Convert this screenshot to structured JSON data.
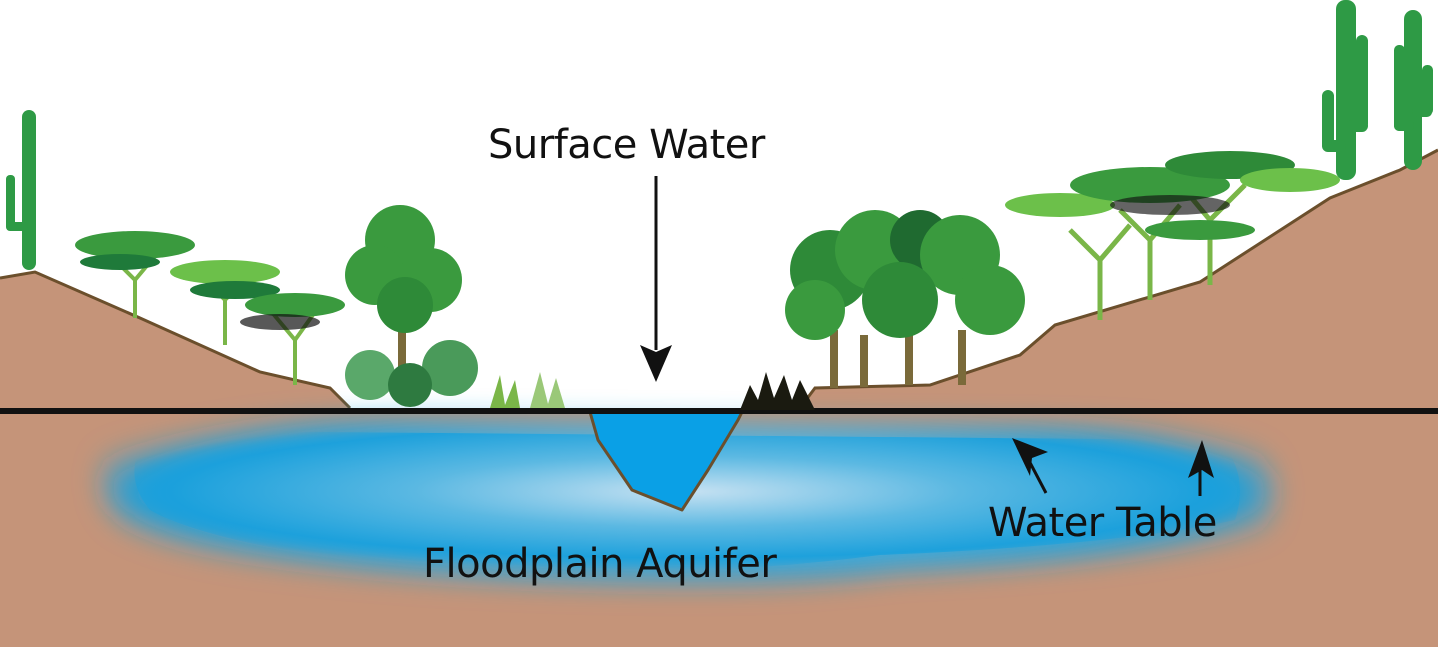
{
  "labels": {
    "surface_water": "Surface Water",
    "floodplain_aquifer": "Floodplain Aquifer",
    "water_table": "Water Table"
  },
  "colors": {
    "soil": "#c59479",
    "soil_edge": "#6b4f2c",
    "ground_line": "#111111",
    "aquifer_core": "#b8d8ec",
    "aquifer_edge": "#1aa0dc",
    "channel_water": "#0aa0e6",
    "cactus": "#2e9a45",
    "tree_dark": "#1f7a3a",
    "tree_mid": "#3a9a3e",
    "tree_light": "#6cc04a",
    "trunk": "#7a6a3a",
    "arrow": "#111111"
  }
}
